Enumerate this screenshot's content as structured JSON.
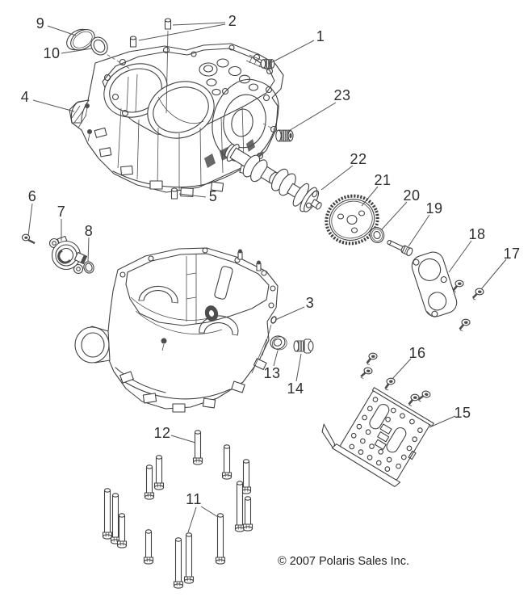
{
  "page": {
    "background": "#ffffff",
    "copyright": "© 2007 Polaris Sales Inc."
  },
  "diagram": {
    "line_color": "#414141",
    "dark_color": "#4d4d4d",
    "label_color": "#2e2e2e",
    "callouts": [
      {
        "label": "1"
      },
      {
        "label": "2"
      },
      {
        "label": "3"
      },
      {
        "label": "4"
      },
      {
        "label": "5"
      },
      {
        "label": "6"
      },
      {
        "label": "7"
      },
      {
        "label": "8"
      },
      {
        "label": "9"
      },
      {
        "label": "10"
      },
      {
        "label": "11"
      },
      {
        "label": "12"
      },
      {
        "label": "13"
      },
      {
        "label": "14"
      },
      {
        "label": "15"
      },
      {
        "label": "16"
      },
      {
        "label": "17"
      },
      {
        "label": "18"
      },
      {
        "label": "19"
      },
      {
        "label": "20"
      },
      {
        "label": "21"
      },
      {
        "label": "22"
      },
      {
        "label": "23"
      }
    ]
  }
}
